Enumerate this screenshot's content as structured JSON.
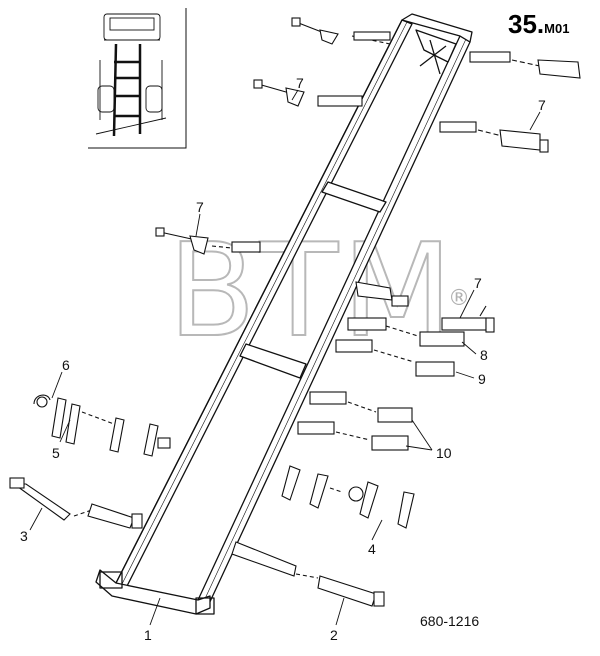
{
  "page_ref": {
    "number": "35.",
    "suffix": "M01"
  },
  "figure_number": "680-1216",
  "watermark": {
    "text": "BTM",
    "mark": "®"
  },
  "callouts": [
    {
      "id": "c1",
      "label": "1"
    },
    {
      "id": "c2",
      "label": "2"
    },
    {
      "id": "c3",
      "label": "3"
    },
    {
      "id": "c4",
      "label": "4"
    },
    {
      "id": "c5",
      "label": "5"
    },
    {
      "id": "c6",
      "label": "6"
    },
    {
      "id": "c7a",
      "label": "7"
    },
    {
      "id": "c7b",
      "label": "7"
    },
    {
      "id": "c7c",
      "label": "7"
    },
    {
      "id": "c7d",
      "label": "7"
    },
    {
      "id": "c8",
      "label": "8"
    },
    {
      "id": "c9",
      "label": "9"
    },
    {
      "id": "c10",
      "label": "10"
    }
  ],
  "colors": {
    "ink": "#111111",
    "watermark": "#b8b8b8",
    "background": "#ffffff"
  }
}
